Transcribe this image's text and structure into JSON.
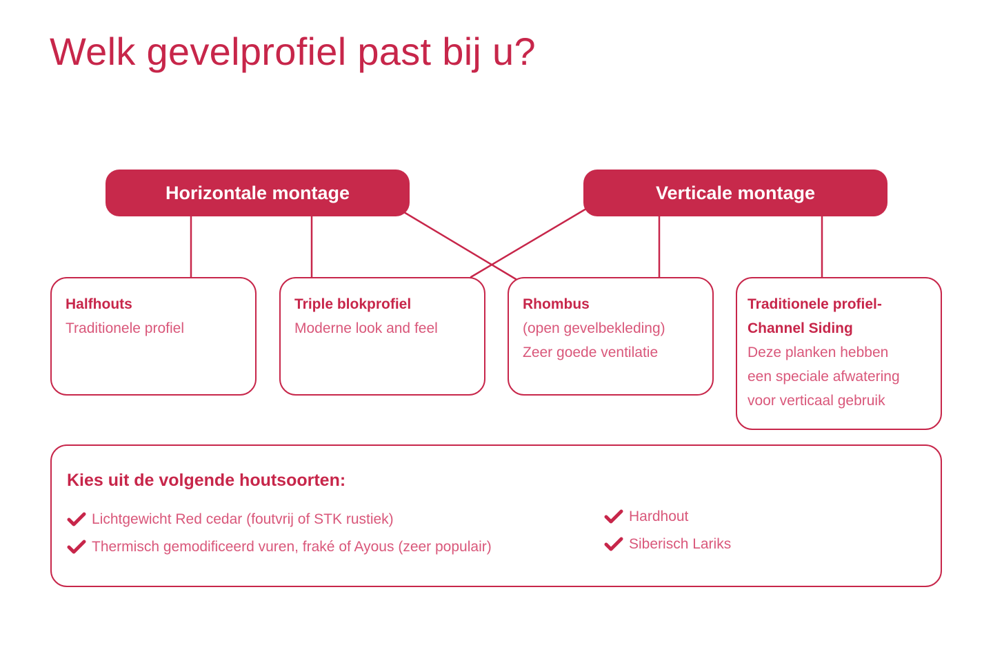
{
  "title": "Welk gevelprofiel past bij u?",
  "colors": {
    "accent": "#c7264a",
    "pill_fill": "#c7294b",
    "body_text": "#d9577a",
    "background": "#ffffff"
  },
  "montage": {
    "horizontal": "Horizontale montage",
    "vertical": "Verticale montage"
  },
  "profiles": [
    {
      "title": "Halfhouts",
      "lines": [
        "Traditionele profiel"
      ],
      "montage": "Horizontale montage"
    },
    {
      "title": "Triple blokprofiel",
      "lines": [
        "Moderne look and feel"
      ],
      "montage": "Verticale montage"
    },
    {
      "title": "Rhombus",
      "lines": [
        "(open gevelbekleding)",
        "Zeer goede ventilatie"
      ],
      "montage": "Horizontale montage"
    },
    {
      "title_lines": [
        "Traditionele profiel-",
        "Channel Siding"
      ],
      "lines": [
        "Deze planken hebben",
        "een speciale afwatering",
        "voor verticaal gebruik"
      ],
      "montage": "Verticale montage"
    }
  ],
  "woods": {
    "title": "Kies uit de volgende houtsoorten:",
    "icon": "checkmark-icon",
    "left_items": [
      "Lichtgewicht Red cedar (foutvrij of STK rustiek)",
      "Thermisch gemodificeerd vuren, fraké of Ayous (zeer populair)"
    ],
    "right_items": [
      "Hardhout",
      "Siberisch Lariks"
    ]
  }
}
